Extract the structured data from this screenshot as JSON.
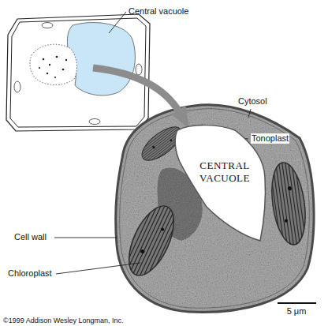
{
  "diagram": {
    "nodes": [
      {
        "text": [
          "CENTRAL VACUOLE"
        ]
      }
    ],
    "labels": [
      "Central vacuole",
      "Cytosol",
      "Tonoplast",
      "Cell wall",
      "Chloroplast",
      "5 μm",
      "©1999 Addison Wesley Longman, Inc."
    ]
  }
}
